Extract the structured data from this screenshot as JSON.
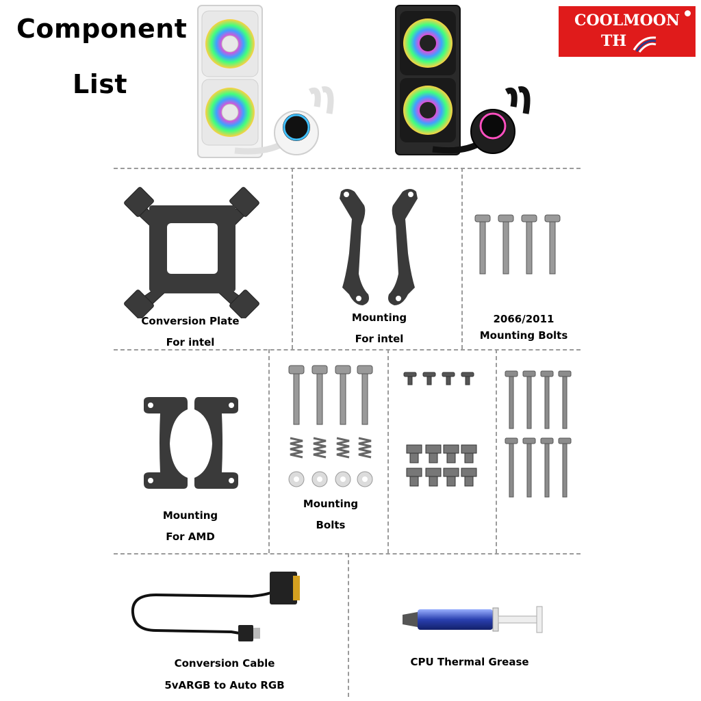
{
  "title": {
    "line1": "Component",
    "line2": "List"
  },
  "logo": {
    "line1": "COOLMOON",
    "line2": "TH"
  },
  "items": {
    "conversion_plate": {
      "line1": "Conversion Plate",
      "line2": "For intel"
    },
    "mounting_intel": {
      "line1": "Mounting",
      "line2": "For intel"
    },
    "bolts_2066": {
      "line1": "2066/2011",
      "line2": "Mounting Bolts"
    },
    "mounting_amd": {
      "line1": "Mounting",
      "line2": "For AMD"
    },
    "mounting_bolts": {
      "line1": "Mounting",
      "line2": "Bolts"
    },
    "conversion_cable": {
      "line1": "Conversion Cable",
      "line2": "5vARGB to Auto RGB"
    },
    "thermal_grease": {
      "line1": "CPU Thermal Grease"
    }
  },
  "colors": {
    "logo_bg": "#e01b1b",
    "divider": "#9a9a9a",
    "metal": "#3a3a3a"
  }
}
